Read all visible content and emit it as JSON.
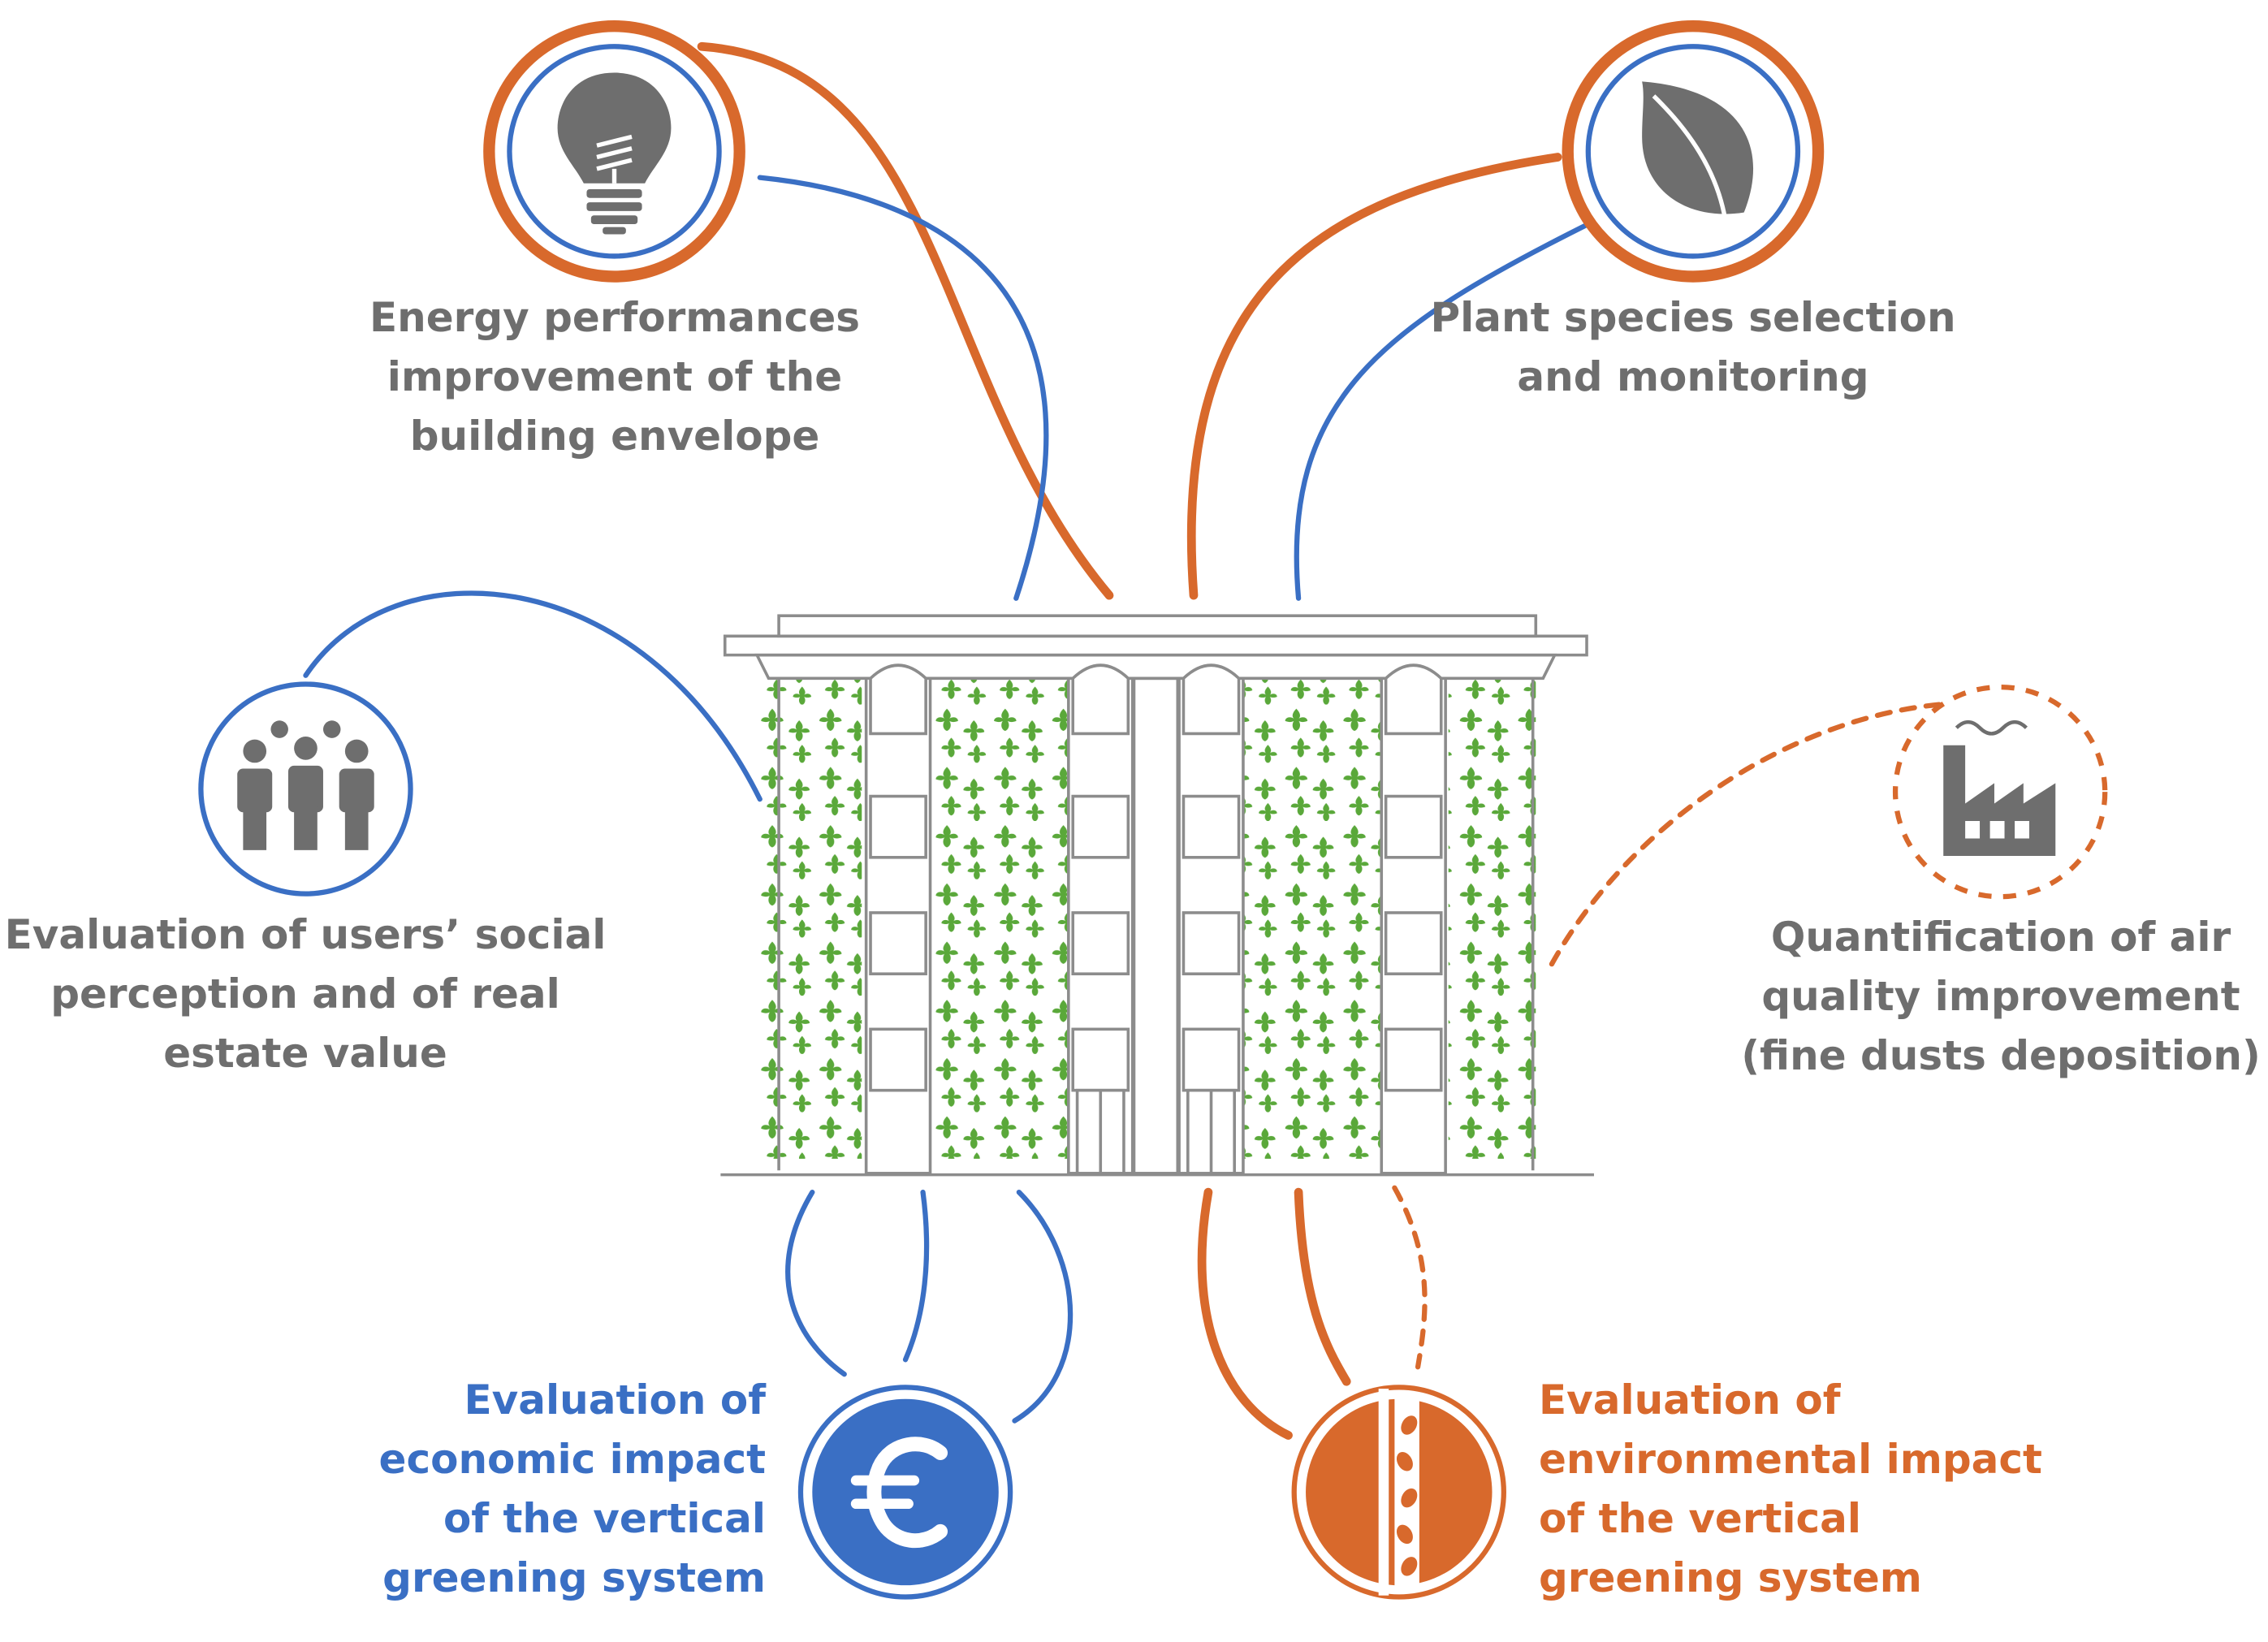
{
  "colors": {
    "blue": "#3a6fc4",
    "orange": "#d8692c",
    "grey": "#6e6e6e",
    "leaf_green": "#5aa83a",
    "building_line": "#8c8c8c"
  },
  "nodes": [
    {
      "id": "energy",
      "icon": "light-bulb-icon",
      "ring": "orange-and-blue",
      "label": [
        "Energy performances",
        "improvement of the",
        "building envelope"
      ]
    },
    {
      "id": "plants",
      "icon": "leaf-icon",
      "ring": "orange-and-blue",
      "label": [
        "Plant species selection",
        "and monitoring"
      ]
    },
    {
      "id": "social",
      "icon": "people-group-icon",
      "ring": "blue",
      "label": [
        "Evaluation of users’ social",
        "perception and of real",
        "estate value"
      ]
    },
    {
      "id": "air",
      "icon": "factory-icon",
      "ring": "orange-dashed",
      "label": [
        "Quantification of air",
        "quality improvement",
        "(fine dusts deposition)"
      ]
    },
    {
      "id": "economic",
      "icon": "euro-icon",
      "ring": "blue-filled",
      "label": [
        "Evaluation of",
        "economic impact",
        "of the vertical",
        "greening system"
      ]
    },
    {
      "id": "environmental",
      "icon": "vertical-green-wall-icon",
      "ring": "orange-filled",
      "label": [
        "Evaluation of",
        "environmental impact",
        "of the vertical",
        "greening system"
      ]
    }
  ],
  "center_image": "green-facade-building-icon"
}
